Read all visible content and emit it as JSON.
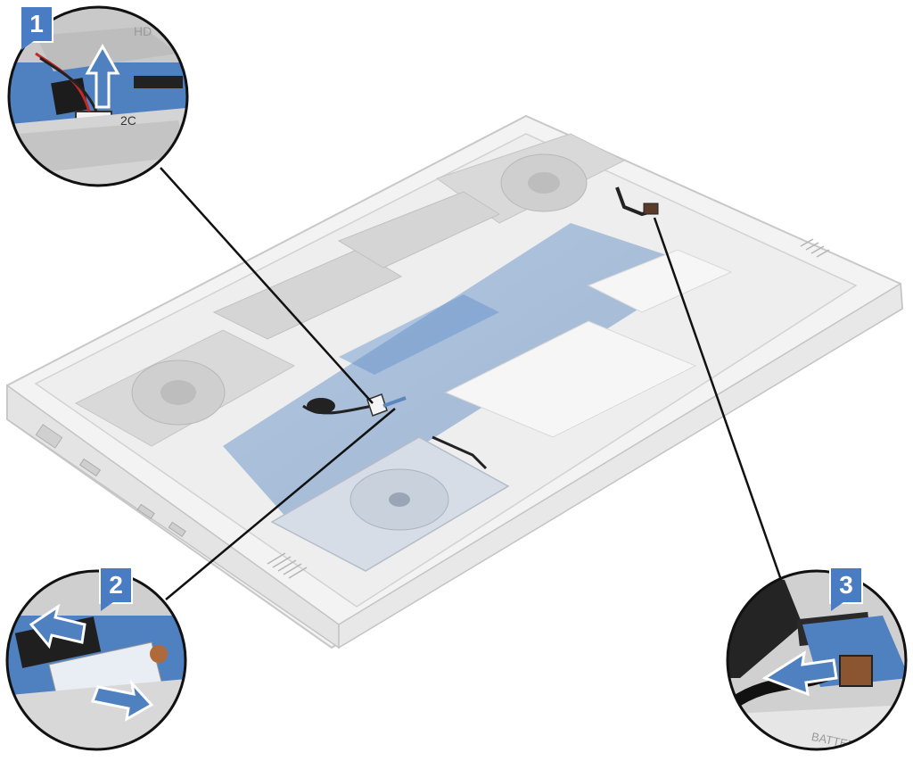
{
  "steps": [
    {
      "number": "1"
    },
    {
      "number": "2"
    },
    {
      "number": "3"
    }
  ],
  "labels": {
    "speaker_connector_print": "2C",
    "battery_print": "BATTERY",
    "drive_print": "HD"
  },
  "colors": {
    "badge": "#4a7cc4",
    "board": "#4e82c0",
    "chassis": "#f2f2f2",
    "callout_line": "#111111",
    "arrow": "#3f6fb6"
  }
}
